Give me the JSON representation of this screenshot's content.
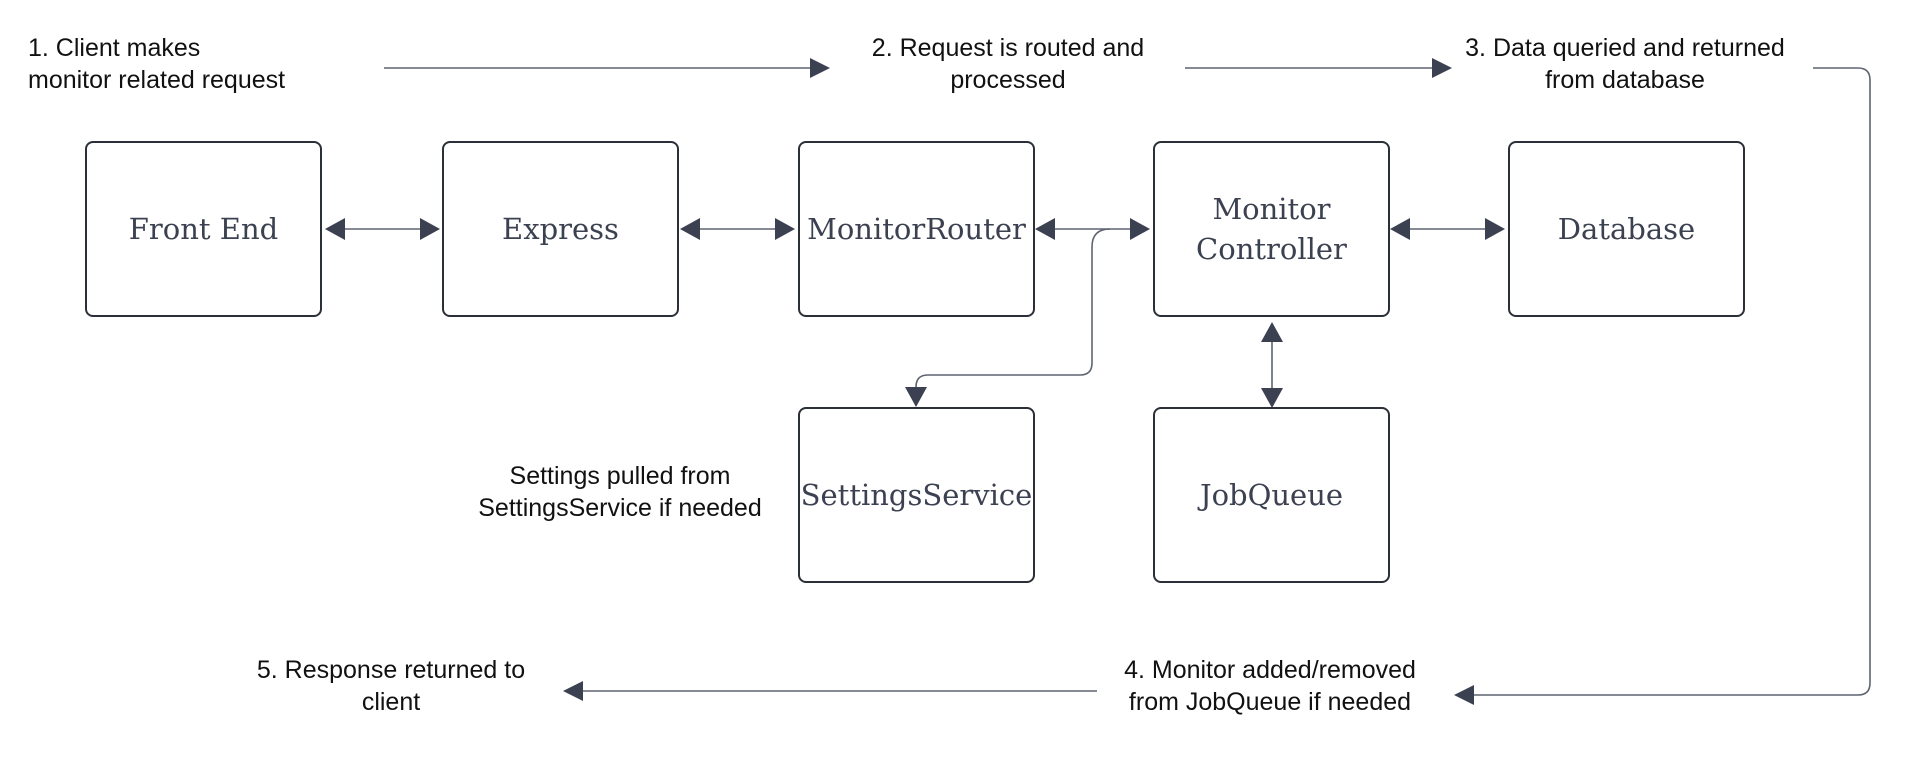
{
  "boxes": {
    "front_end": "Front End",
    "express": "Express",
    "monitor_router": "MonitorRouter",
    "monitor_controller": "Monitor\nController",
    "database": "Database",
    "settings_service": "SettingsService",
    "job_queue": "JobQueue"
  },
  "steps": {
    "step1": "1.  Client makes\n    monitor related request",
    "step2": "2.  Request is routed and\nprocessed",
    "step3": "3. Data queried and returned\nfrom database",
    "step4": "4.  Monitor added/removed\nfrom JobQueue if needed",
    "step5": "5.  Response returned to\nclient",
    "settings_note": "Settings pulled from\nSettingsService if needed"
  },
  "colors": {
    "box_border": "#2b3038",
    "box_text": "#3b4150",
    "connector": "#5e6470",
    "arrowhead": "#3b4150",
    "label_text": "#111111"
  }
}
